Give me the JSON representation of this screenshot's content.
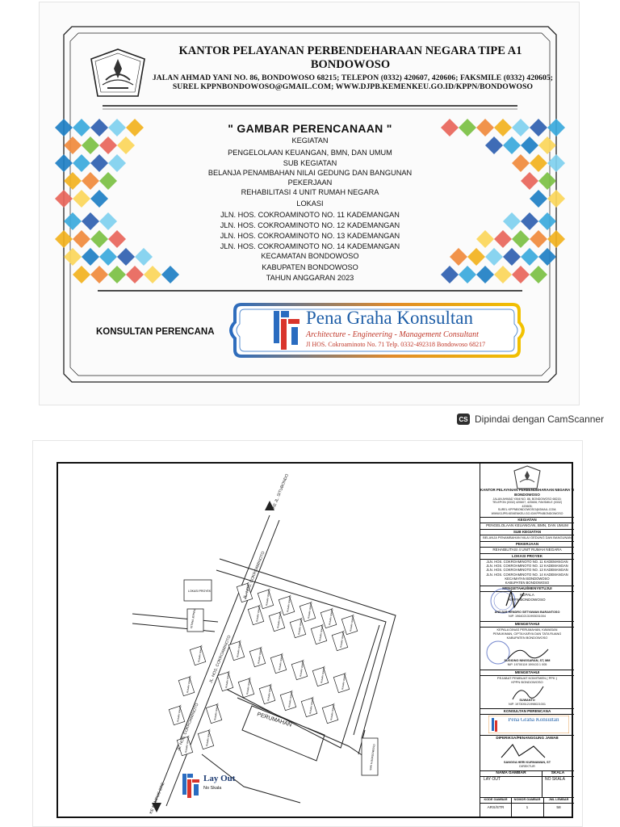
{
  "cover": {
    "office_name": "KANTOR PELAYANAN PERBENDEHARAAN NEGARA TIPE A1",
    "office_city": "BONDOWOSO",
    "address_line1": "JALAN AHMAD YANI NO. 86, BONDOWOSO 68215; TELEPON (0332) 420607, 420606; FAKSMILE (0332) 420605;",
    "address_line2": "SUREL KPPNBONDOWOSO@GMAIL.COM; WWW.DJPB.KEMENKEU.GO.ID/KPPN/BONDOWOSO",
    "doc_title": "\" GAMBAR PERENCANAAN \"",
    "lines": [
      "KEGIATAN",
      "PENGELOLAAN KEUANGAN, BMN, DAN UMUM",
      "SUB KEGIATAN",
      "BELANJA PENAMBAHAN NILAI GEDUNG DAN BANGUNAN",
      "PEKERJAAN",
      "REHABILITASI 4 UNIT RUMAH NEGARA",
      "LOKASI",
      "JLN. HOS. COKROAMINOTO NO. 11 KADEMANGAN",
      "JLN. HOS. COKROAMINOTO NO. 12 KADEMANGAN",
      "JLN. HOS. COKROAMINOTO NO. 13 KADEMANGAN",
      "JLN. HOS. COKROAMINOTO NO. 14 KADEMANGAN",
      "KECAMATAN BONDOWOSO",
      "KABUPATEN BONDOWOSO",
      "TAHUN ANGGARAN 2023"
    ],
    "konsultan_label": "KONSULTAN PERENCANA",
    "consultant": {
      "name": "Pena Graha  Konsultan",
      "tagline": "Architecture - Engineering - Management Consultant",
      "address": "Jl HOS. Cokroaminoto No. 71 Telp. 0332-492318 Bondowoso 68217"
    }
  },
  "camscanner": {
    "icon": "CS",
    "text": "Dipindai dengan CamScanner"
  },
  "plan": {
    "road_north": "KE JL. SITUBONDO",
    "road_main_upper": "JL. HOS. COKROAMINOTO",
    "road_main_lower": "JL. HOS. COKROAMINOTO",
    "road_main_bottom": "JL. HOS. COKROAMINOTO",
    "road_south": "KE KAMPUS STIE",
    "lokasi_proyek": "LOKASI PROYEK",
    "istana": "ISTANA JEPANG",
    "perumahan": "PERUMAHAN",
    "sekolah": "SMK N BONDOWOSO",
    "house_label": "RUMAH WARGA",
    "lay_title": "Lay Out",
    "lay_scale": "No Skala"
  },
  "title_block": {
    "office_name": "KANTOR PELAYANAN PERBENDEHARAAN NEGARA TIPE A1",
    "office_city": "BONDOWOSO",
    "address": [
      "JALAN AHMAD YANI NO. 86, BONDOWOSO 68215;",
      "TELEPON (0332) 420607, 420606; FAKSMILE (0332)",
      "420605;",
      "SUREL KPPNBONDOWOSO@GMAIL.COM;",
      "WWW.DJPB.KEMENKEU.GO.ID/KPPN/BONDOWOSO"
    ],
    "kegiatan_h": "KEGIATAN",
    "kegiatan": "PENGELOLAAN KEUANGAN, BMN, DAN UMUM",
    "subkeg_h": "SUB KEGIATAN",
    "subkeg": "BELANJA PENAMBAHAN NILAI GEDUNG DAN BANGUNAN",
    "pekerjaan_h": "PEKERJAAN",
    "pekerjaan": "REHABILITASI 4 UNIT RUMAH NEGARA",
    "lokasi_h": "LOKASI PROYEK",
    "lokasi": [
      "JLN. HOS. COKROAMINOTO NO. 11 KADEMANGAN",
      "JLN. HOS. COKROAMINOTO NO. 12 KADEMANGAN",
      "JLN. HOS. COKROAMINOTO NO. 13 KADEMANGAN",
      "JLN. HOS. COKROAMINOTO NO. 14 KADEMANGAN",
      "KECAMATAN BONDOWOSO",
      "KABUPATEN BONDOWOSO"
    ],
    "menyetujui_h": "MENGETAHUI/MENYETUJUI",
    "kepala": "KEPALA",
    "kppn": "KPPN BONDOWOSO",
    "sig1_name": "ANDJAR HENDRO SETYAWAN BARANTOSO",
    "sig1_nip": "NIP. 196402131993031004",
    "mengetahui1_h": "MENGETAHUI",
    "dinas": [
      "KEPALA DINAS PERUMAHAN, KAWASAN",
      "PEMUKIMAN, CIPTA KARYA DAN TATA RUANG",
      "KABUPATEN BONDOWOSO"
    ],
    "sig2_name": "SUGIONO NINGSARAN, ST, MM",
    "sig2_nip": "NIP. 19700119 199103 1 005",
    "mengetahui2_h": "MENGETAHUI",
    "ppk": [
      "PEJABAT PEMBUAT KOMITMEN ( PPK )",
      "KPPN BONDOWOSO"
    ],
    "sig3_name": "SUWANTO",
    "sig3_nip": "NIP. 197305121998021001",
    "konsultan_h": "KONSULTAN PERENCANA",
    "pg_name": "Pena Graha  Konsultan",
    "diperiksa_h": "DIPERIKSA/PENANGGUNG JAWAB",
    "sig4_name": "SANGGA HERI KURNIAWAN, ST",
    "sig4_role": "DIREKTUR",
    "nama_gambar_h": "NAMA GAMBAR",
    "skala_h": "SKALA",
    "nama_gambar": "LAY OUT",
    "skala": "NO SKALA",
    "kode_h": "KODE GAMBAR",
    "nomor_h": "NOMOR GAMBAR",
    "jml_h": "JML LEMBAR",
    "kode": "ARS/STR",
    "nomor": "1",
    "jml": "58"
  }
}
